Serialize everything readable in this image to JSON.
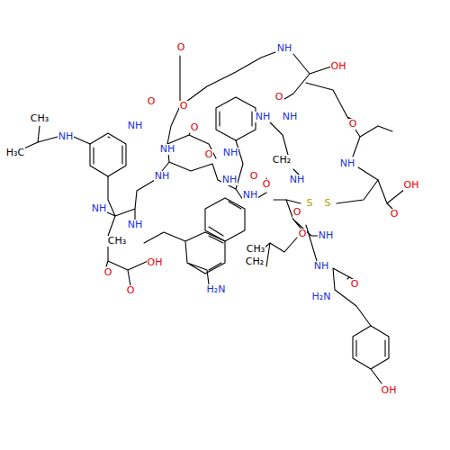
{
  "diagram": {
    "labels": [
      "CH₃",
      "H₃C",
      "NH",
      "O",
      "NH",
      "OH",
      "O",
      "NH",
      "O",
      "NH",
      "OH",
      "O",
      "S",
      "S",
      "CH₂",
      "NH",
      "O",
      "NH",
      "O",
      "NH",
      "NH",
      "O",
      "NH",
      "O",
      "NH",
      "O",
      "NH",
      "O",
      "NH",
      "O",
      "OH",
      "CH₃",
      "NH",
      "O",
      "O",
      "NH",
      "H₂N",
      "CH₃",
      "CH₂",
      "O",
      "NH",
      "H₂N",
      "OH",
      "O",
      "NH"
    ]
  }
}
